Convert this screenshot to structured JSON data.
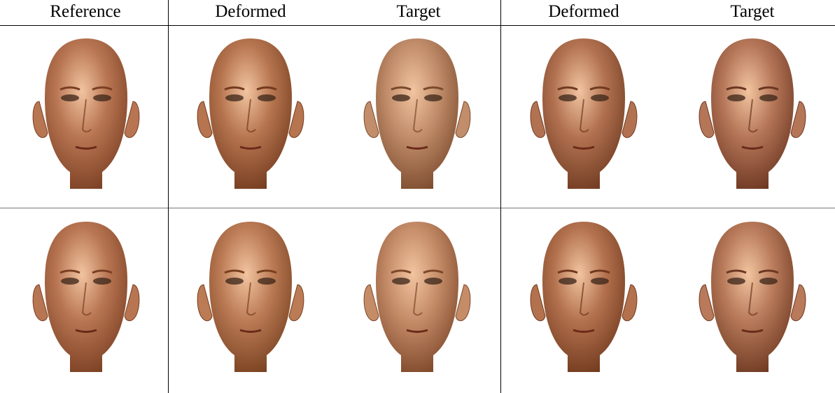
{
  "table": {
    "headers": [
      "Reference",
      "Deformed",
      "Target",
      "Deformed",
      "Target"
    ]
  },
  "rows": [
    {
      "faces": [
        {
          "role": "reference",
          "skin": "#b87552",
          "shade": "#7a3f22"
        },
        {
          "role": "deformed",
          "skin": "#b6754f",
          "shade": "#733a1e"
        },
        {
          "role": "target",
          "skin": "#c18d6a",
          "shade": "#7b4a2d"
        },
        {
          "role": "deformed",
          "skin": "#b27251",
          "shade": "#6f3a20"
        },
        {
          "role": "target",
          "skin": "#b57658",
          "shade": "#6b3520"
        }
      ]
    },
    {
      "faces": [
        {
          "role": "reference",
          "skin": "#b87552",
          "shade": "#7a3f22"
        },
        {
          "role": "deformed",
          "skin": "#bb7b55",
          "shade": "#77401f"
        },
        {
          "role": "target",
          "skin": "#c58c68",
          "shade": "#7d4729"
        },
        {
          "role": "deformed",
          "skin": "#b3714e",
          "shade": "#70391d"
        },
        {
          "role": "target",
          "skin": "#b87a5a",
          "shade": "#6d3821"
        }
      ]
    }
  ]
}
